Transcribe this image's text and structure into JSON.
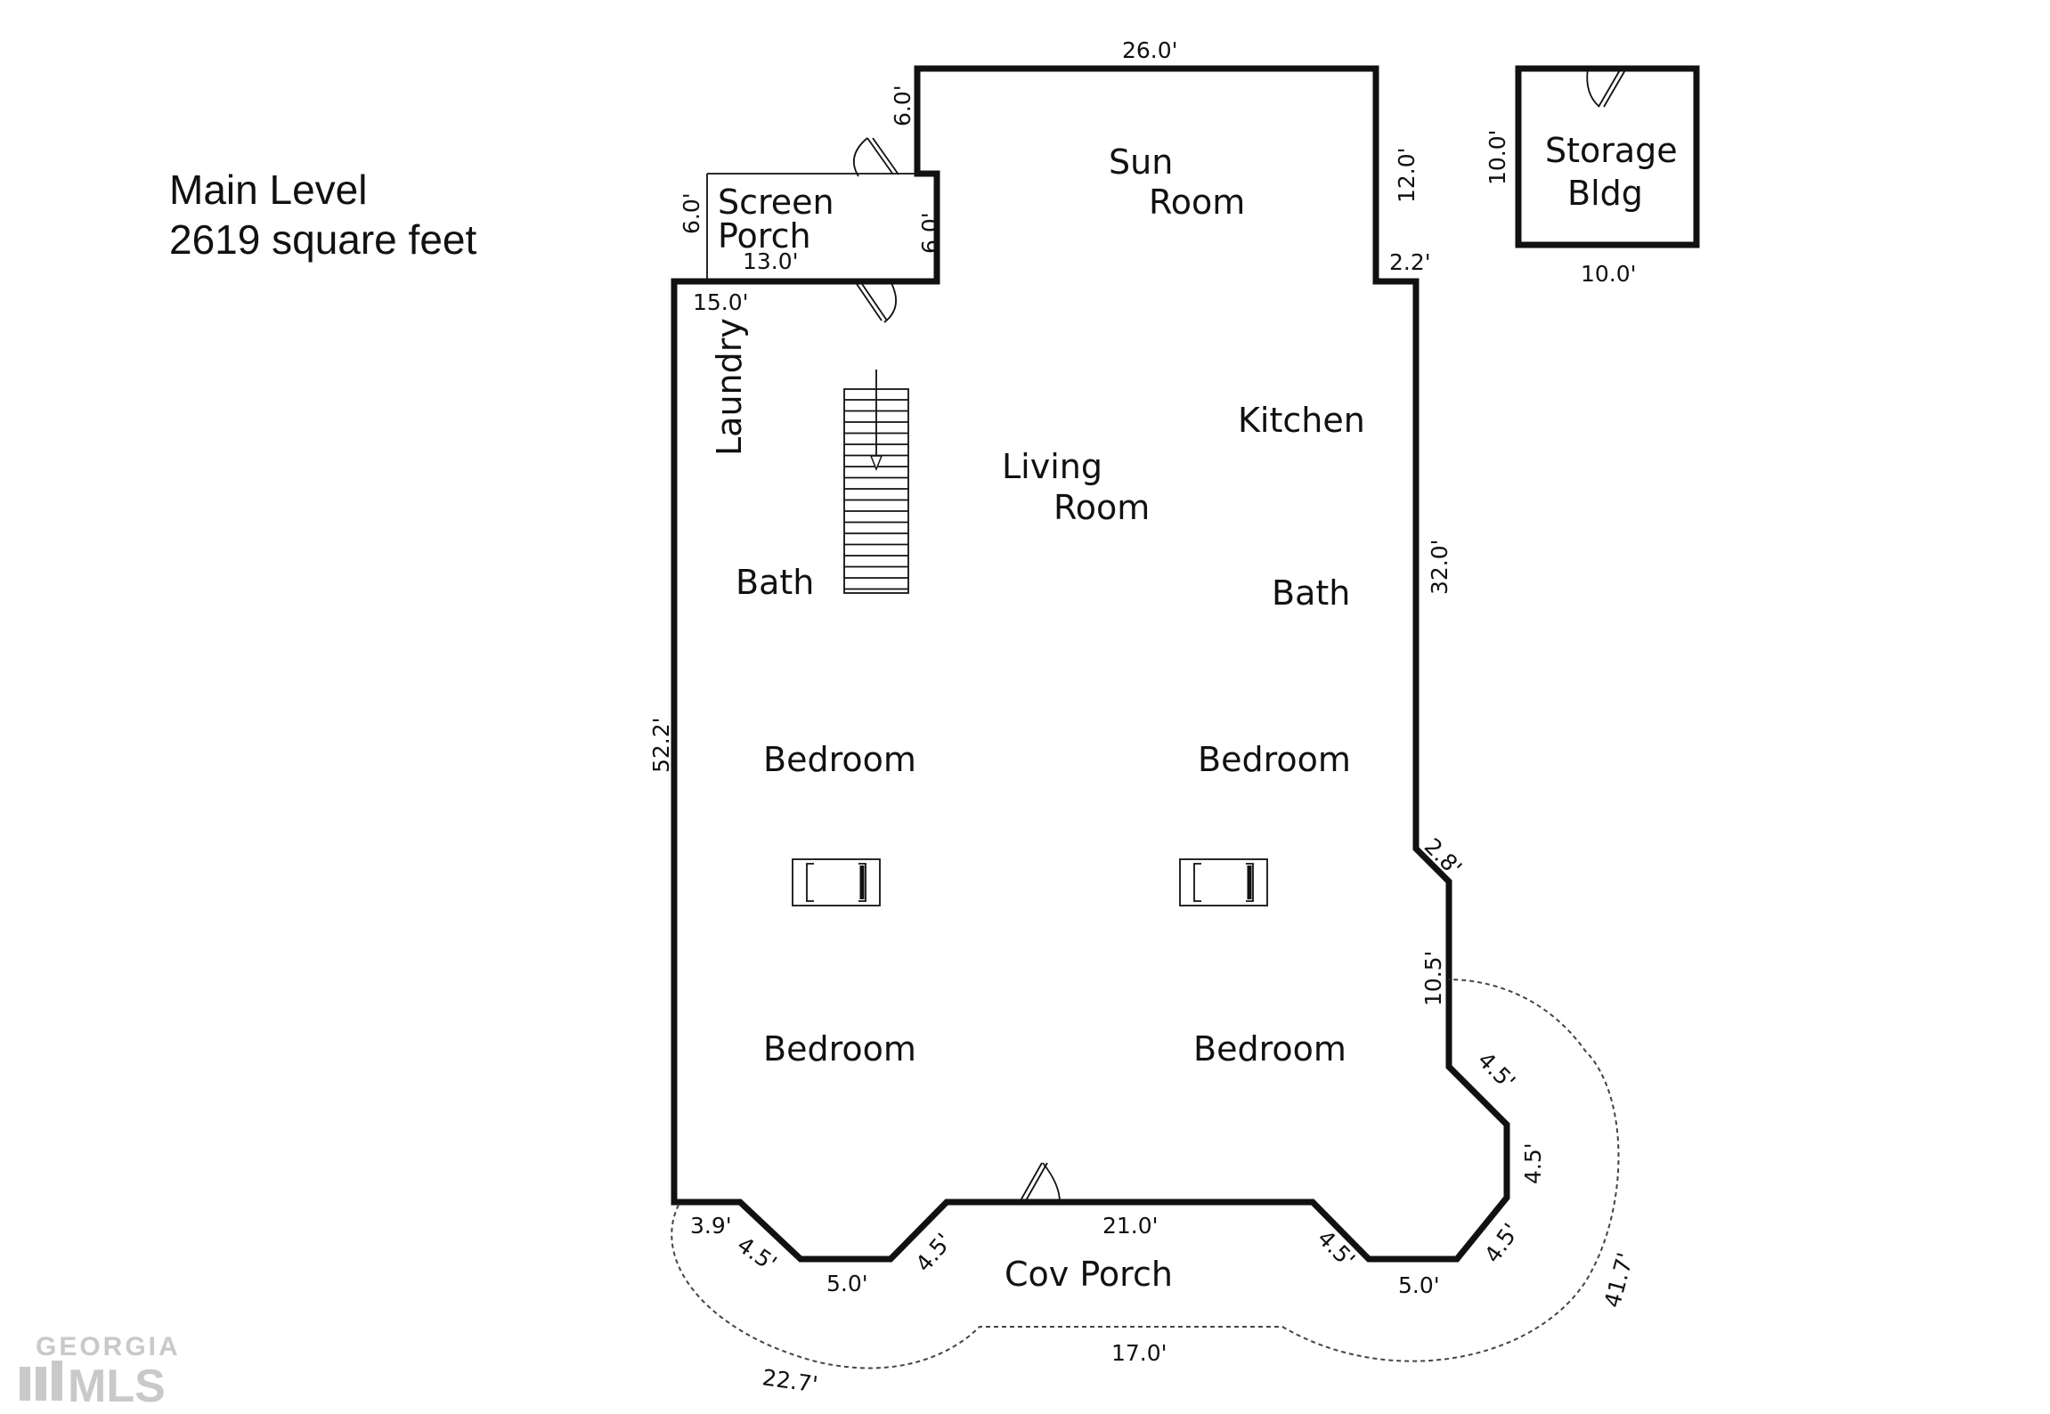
{
  "header": {
    "level_title": "Main Level",
    "area_text": "2619 square feet"
  },
  "rooms": {
    "sun_room": [
      "Sun",
      "Room"
    ],
    "screen_porch": [
      "Screen",
      "Porch"
    ],
    "storage": [
      "Storage",
      "Bldg"
    ],
    "laundry": "Laundry",
    "kitchen": "Kitchen",
    "living_room": [
      "Living",
      "Room"
    ],
    "bath_left": "Bath",
    "bath_right": "Bath",
    "bedroom_ul": "Bedroom",
    "bedroom_ur": "Bedroom",
    "bedroom_ll": "Bedroom",
    "bedroom_lr": "Bedroom",
    "cov_porch": "Cov Porch"
  },
  "dimensions": {
    "top": "26.0'",
    "sun_left": "6.0'",
    "sun_right": "12.0'",
    "notch_top": "2.2'",
    "right_main": "32.0'",
    "diag_right_upper": "2.8'",
    "right_lower": "10.5'",
    "diag_right_a": "4.5'",
    "right_short": "4.5'",
    "diag_right_b": "4.5'",
    "porch_screen_left": "6.0'",
    "porch_screen_right": "6.0'",
    "porch_screen_bottom": "13.0'",
    "laundry_top": "15.0'",
    "left_main": "52.2'",
    "bottom_left_stub": "3.9'",
    "bottom_diag_1": "4.5'",
    "bottom_flat_1": "5.0'",
    "bottom_diag_2": "4.5'",
    "bottom_mid": "21.0'",
    "bottom_diag_3": "4.5'",
    "bottom_flat_2": "5.0'",
    "porch_arc_left": "22.7'",
    "porch_arc_bottom": "17.0'",
    "porch_arc_right": "41.7'",
    "storage_side": "10.0'",
    "storage_bottom": "10.0'"
  },
  "watermark": {
    "line1": "GEORGIA",
    "line2": "MLS"
  },
  "colors": {
    "wall": "#111111",
    "watermark": "#c9c9c9"
  }
}
